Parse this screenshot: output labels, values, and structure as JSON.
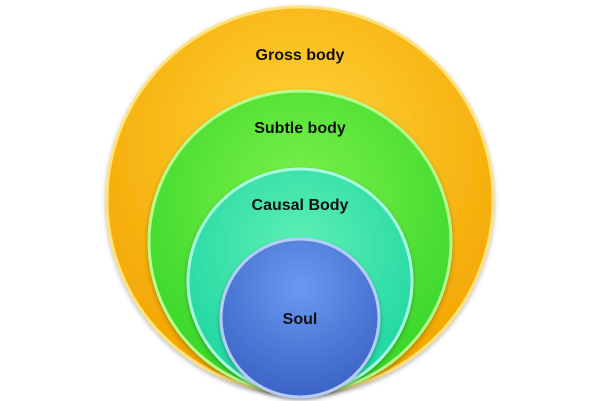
{
  "diagram": {
    "layers": [
      {
        "label": "Gross body",
        "color_light": "#ffd43a",
        "color_dark": "#f3a500",
        "rim": "#ffe27a"
      },
      {
        "label": "Subtle body",
        "color_light": "#7cf24a",
        "color_dark": "#38d62a",
        "rim": "#b6ff8c"
      },
      {
        "label": "Causal Body",
        "color_light": "#5ef0b4",
        "color_dark": "#1fd6a2",
        "rim": "#a8ffe0"
      },
      {
        "label": "Soul",
        "color_light": "#6a9af0",
        "color_dark": "#3a63c6",
        "rim": "#b6cdf7"
      }
    ]
  }
}
